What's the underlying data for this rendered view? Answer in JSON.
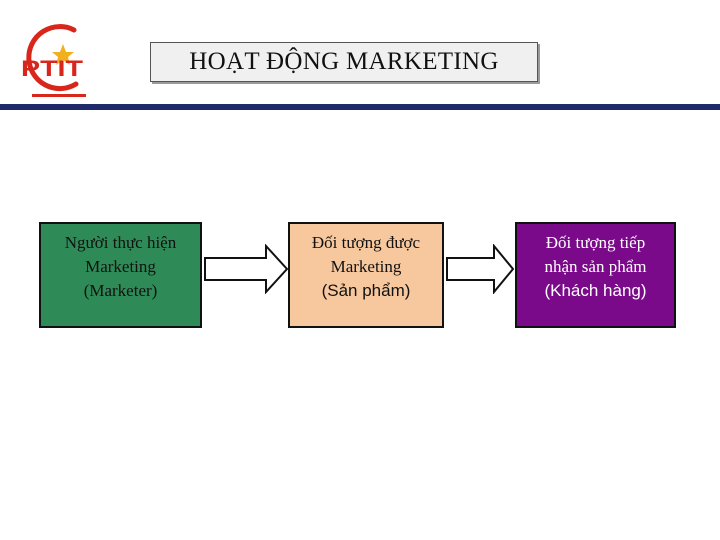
{
  "title": "HOẠT ĐỘNG MARKETING",
  "logo": {
    "text": "PTIT",
    "icon": "ptit-logo-icon",
    "colors": {
      "primary": "#d9261c",
      "star": "#f2b01e"
    }
  },
  "colors": {
    "rule": "#1f2a6b",
    "box1": "#2e8b57",
    "box2": "#f7c89e",
    "box3": "#7a0a8a"
  },
  "boxes": [
    {
      "lines": [
        "Người thực hiện",
        "Marketing",
        "(Marketer)"
      ]
    },
    {
      "lines": [
        "Đối tượng được",
        "Marketing",
        "(Sản phẩm)"
      ]
    },
    {
      "lines": [
        "Đối tượng tiếp",
        "nhận sản phẩm",
        "(Khách hàng)"
      ]
    }
  ]
}
